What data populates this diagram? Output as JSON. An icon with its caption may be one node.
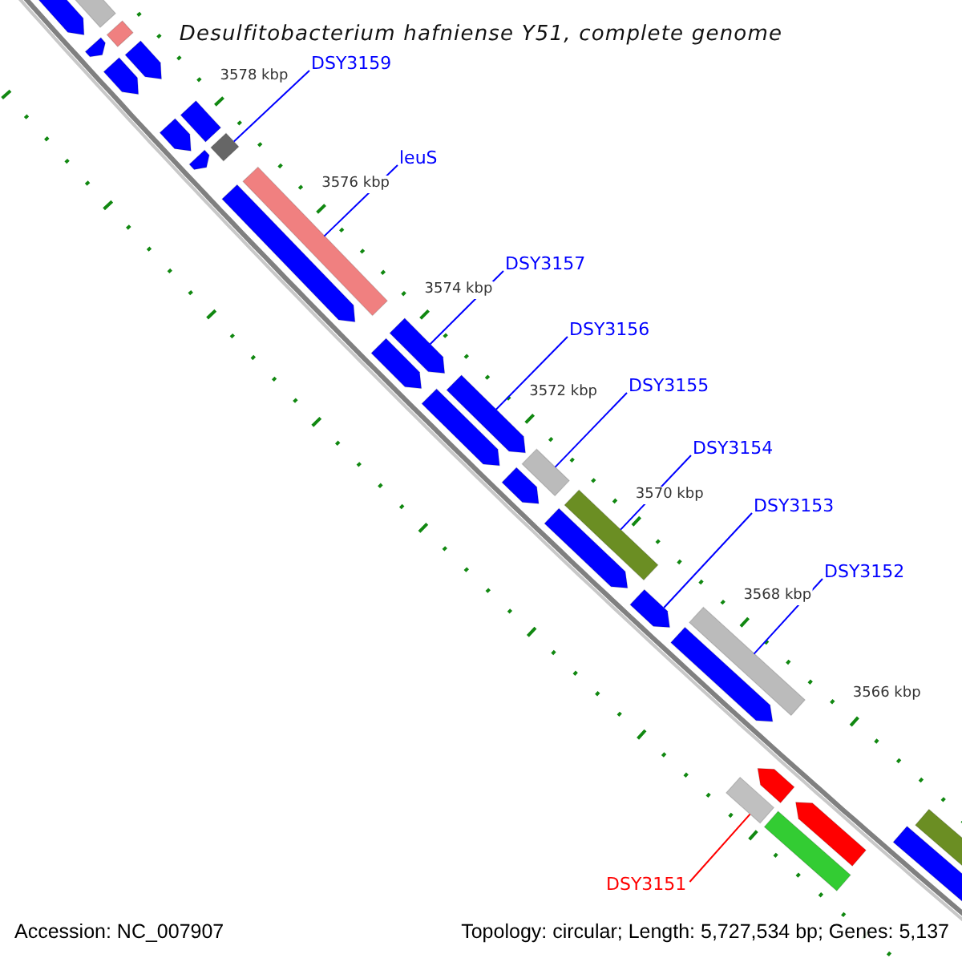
{
  "diagram": {
    "title": "Desulfitobacterium hafniense Y51, complete genome",
    "nodes": [
      {
        "text": [
          "DSY3159"
        ]
      },
      {
        "text": [
          "leuS"
        ]
      },
      {
        "text": [
          "DSY3157"
        ]
      },
      {
        "text": [
          "DSY3156"
        ]
      },
      {
        "text": [
          "DSY3155"
        ]
      },
      {
        "text": [
          "DSY3154"
        ]
      },
      {
        "text": [
          "DSY3153"
        ]
      },
      {
        "text": [
          "DSY3152"
        ]
      },
      {
        "text": [
          "DSY3151"
        ]
      },
      {
        "text": [],
        "shape": "arrow"
      },
      {
        "text": [],
        "shape": "bar"
      },
      {
        "text": [],
        "shape": "arrow"
      },
      {
        "text": [],
        "shape": "bar"
      },
      {
        "text": [],
        "shape": "arrow"
      },
      {
        "text": [],
        "shape": "arrow"
      },
      {
        "text": [],
        "shape": "arrow"
      },
      {
        "text": [],
        "shape": "bar"
      },
      {
        "text": [],
        "shape": "arrow"
      },
      {
        "text": [],
        "shape": "bar"
      },
      {
        "text": [],
        "shape": "arrow"
      },
      {
        "text": [],
        "shape": "bar"
      },
      {
        "text": [],
        "shape": "arrow"
      },
      {
        "text": [],
        "shape": "arrow"
      },
      {
        "text": [],
        "shape": "arrow"
      },
      {
        "text": [],
        "shape": "arrow"
      },
      {
        "text": [],
        "shape": "arrow"
      },
      {
        "text": [],
        "shape": "bar"
      },
      {
        "text": [],
        "shape": "arrow"
      },
      {
        "text": [],
        "shape": "bar"
      },
      {
        "text": [],
        "shape": "arrow"
      },
      {
        "text": [],
        "shape": "bar"
      },
      {
        "text": [],
        "shape": "arrow"
      },
      {
        "text": [],
        "shape": "bar"
      },
      {
        "text": [],
        "shape": "arrow"
      },
      {
        "text": [],
        "shape": "bar"
      },
      {
        "text": [],
        "shape": "arrow"
      },
      {
        "text": [],
        "shape": "bar"
      },
      {
        "text": [],
        "shape": "bar"
      }
    ],
    "edges": [
      {
        "from": 0,
        "to": 18,
        "arrow": "none"
      },
      {
        "from": 1,
        "to": 20,
        "arrow": "none"
      },
      {
        "from": 2,
        "to": 22,
        "arrow": "none"
      },
      {
        "from": 3,
        "to": 24,
        "arrow": "none"
      },
      {
        "from": 4,
        "to": 26,
        "arrow": "none"
      },
      {
        "from": 5,
        "to": 28,
        "arrow": "none"
      },
      {
        "from": 6,
        "to": 29,
        "arrow": "none"
      },
      {
        "from": 7,
        "to": 30,
        "arrow": "none"
      },
      {
        "from": 8,
        "to": 32,
        "arrow": "none",
        "color": "#ff0000"
      }
    ],
    "labels": [
      "3578 kbp",
      "3576 kbp",
      "3574 kbp",
      "3572 kbp",
      "3570 kbp",
      "3568 kbp",
      "3566 kbp",
      "Accession: NC_007907",
      "Topology: circular; Length: 5,727,534 bp; Genes: 5,137"
    ]
  }
}
